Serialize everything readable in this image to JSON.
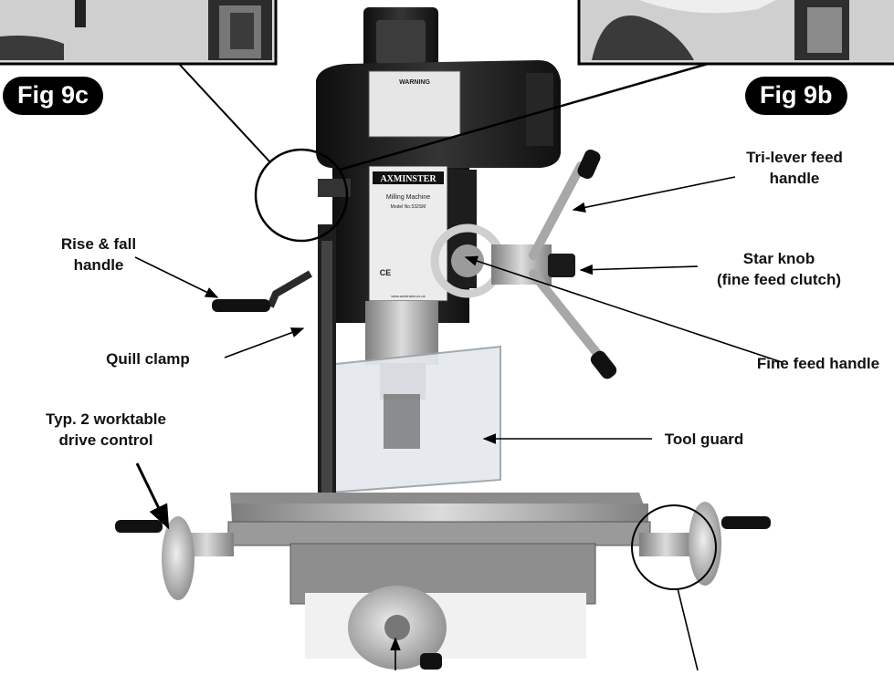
{
  "figures": {
    "fig_c_badge": "Fig 9c",
    "fig_b_badge": "Fig 9b"
  },
  "plate": {
    "brand": "AXMINSTER",
    "subtitle": "Milling Machine",
    "model": "Model No.532SM",
    "ce": "CE",
    "url": "www.axminster.co.uk"
  },
  "warning_label": "WARNING",
  "callouts": {
    "tri_lever": [
      "Tri-lever feed",
      "handle"
    ],
    "star_knob": [
      "Star knob",
      "(fine feed clutch)"
    ],
    "rise_fall": [
      "Rise & fall",
      "handle"
    ],
    "quill_clamp": "Quill clamp",
    "fine_feed": "Fine feed handle",
    "worktable_drive": [
      "Typ. 2 worktable",
      "drive control"
    ],
    "tool_guard": "Tool guard"
  },
  "colors": {
    "machine_body": "#1b1b1b",
    "table_grey": "#a9a9a9",
    "guard": "#e4e8ec",
    "handle_black": "#111111"
  }
}
